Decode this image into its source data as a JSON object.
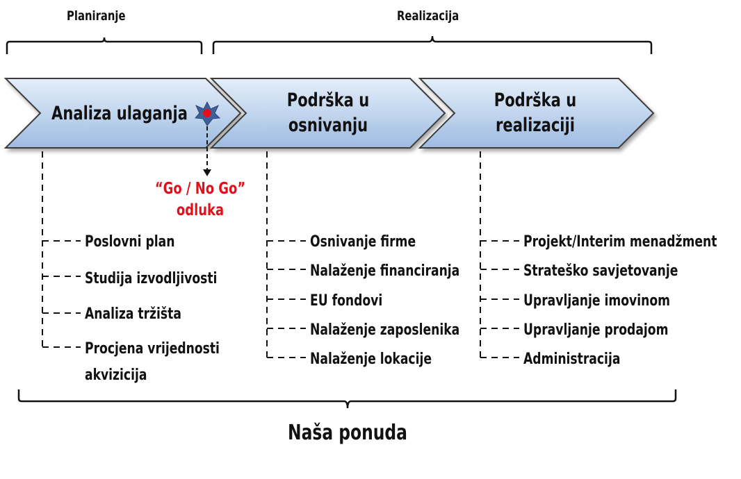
{
  "phases": {
    "planning": "Planiranje",
    "realization": "Realizacija"
  },
  "steps": [
    {
      "line1": "Analiza ulaganja",
      "line2": ""
    },
    {
      "line1": "Podrška u",
      "line2": "osnivanju"
    },
    {
      "line1": "Podrška u",
      "line2": "realizaciji"
    }
  ],
  "decision": {
    "line1": "“Go / No Go”",
    "line2": "odluka"
  },
  "columns": [
    {
      "items": [
        "Poslovni plan",
        "Studija izvodljivosti",
        "Analiza tržišta",
        "Procjena vrijednosti",
        "akvizicija"
      ]
    },
    {
      "items": [
        "Osnivanje firme",
        "Nalaženje financiranja",
        "EU fondovi",
        "Nalaženje zaposlenika",
        "Nalaženje lokacije"
      ]
    },
    {
      "items": [
        "Projekt/Interim menadžment",
        "Strateško savjetovanje",
        "Upravljanje imovinom",
        "Upravljanje prodajom",
        "Administracija"
      ]
    }
  ],
  "offer": "Naša ponuda",
  "colors": {
    "arrow_top": "#dbe8f6",
    "arrow_bottom": "#a9c3e2",
    "arrow_stroke": "#3c3c3c",
    "star": "#3e5f97",
    "dot": "#e3101c",
    "decision_text": "#e3101c"
  }
}
